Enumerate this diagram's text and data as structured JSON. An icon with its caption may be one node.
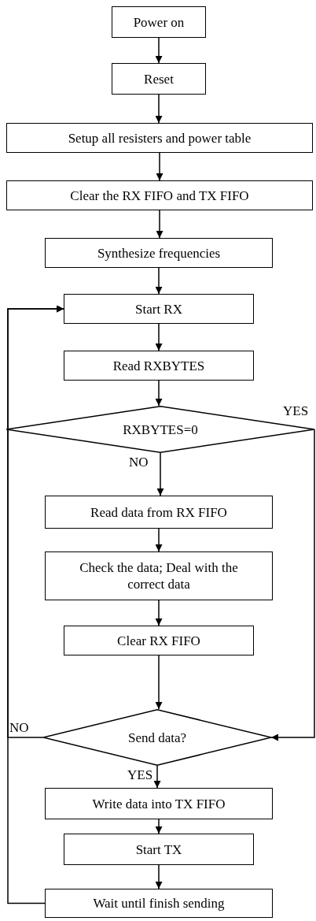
{
  "diagram": {
    "nodes": [
      {
        "text": [
          "Power on"
        ]
      },
      {
        "text": [
          "Reset"
        ]
      },
      {
        "text": [
          "Setup all resisters and power table"
        ]
      },
      {
        "text": [
          "Clear the RX FIFO and TX FIFO"
        ]
      },
      {
        "text": [
          "Synthesize frequencies"
        ]
      },
      {
        "text": [
          "Start RX"
        ]
      },
      {
        "text": [
          "Read RXBYTES"
        ]
      },
      {
        "text": [
          "RXBYTES=0"
        ]
      },
      {
        "text": [
          "Read data from RX FIFO"
        ]
      },
      {
        "text": [
          "Check the data; Deal with the correct data"
        ]
      },
      {
        "text": [
          "Clear RX FIFO"
        ]
      },
      {
        "text": [
          "Send data?"
        ]
      },
      {
        "text": [
          "Write data into TX FIFO"
        ]
      },
      {
        "text": [
          "Start TX"
        ]
      },
      {
        "text": [
          "Wait until finish sending"
        ]
      }
    ],
    "edges": [
      {
        "from": 0,
        "to": 1,
        "arrow": "to"
      },
      {
        "from": 1,
        "to": 2,
        "arrow": "to"
      },
      {
        "from": 2,
        "to": 3,
        "arrow": "to"
      },
      {
        "from": 3,
        "to": 4,
        "arrow": "to"
      },
      {
        "from": 4,
        "to": 5,
        "arrow": "to"
      },
      {
        "from": 5,
        "to": 6,
        "arrow": "to"
      },
      {
        "from": 6,
        "to": 7,
        "arrow": "to"
      },
      {
        "from": 7,
        "to": 8,
        "arrow": "to",
        "label": "NO"
      },
      {
        "from": 8,
        "to": 9,
        "arrow": "to"
      },
      {
        "from": 9,
        "to": 10,
        "arrow": "to"
      },
      {
        "from": 10,
        "to": 11,
        "arrow": "to"
      },
      {
        "from": 11,
        "to": 12,
        "arrow": "to",
        "label": "YES"
      },
      {
        "from": 12,
        "to": 13,
        "arrow": "to"
      },
      {
        "from": 13,
        "to": 14,
        "arrow": "to"
      },
      {
        "from": 14,
        "to": 5,
        "arrow": "to"
      },
      {
        "from": 11,
        "to": 5,
        "arrow": "to",
        "label": "NO"
      },
      {
        "from": 7,
        "to": 11,
        "arrow": "to",
        "label": "YES"
      }
    ]
  }
}
